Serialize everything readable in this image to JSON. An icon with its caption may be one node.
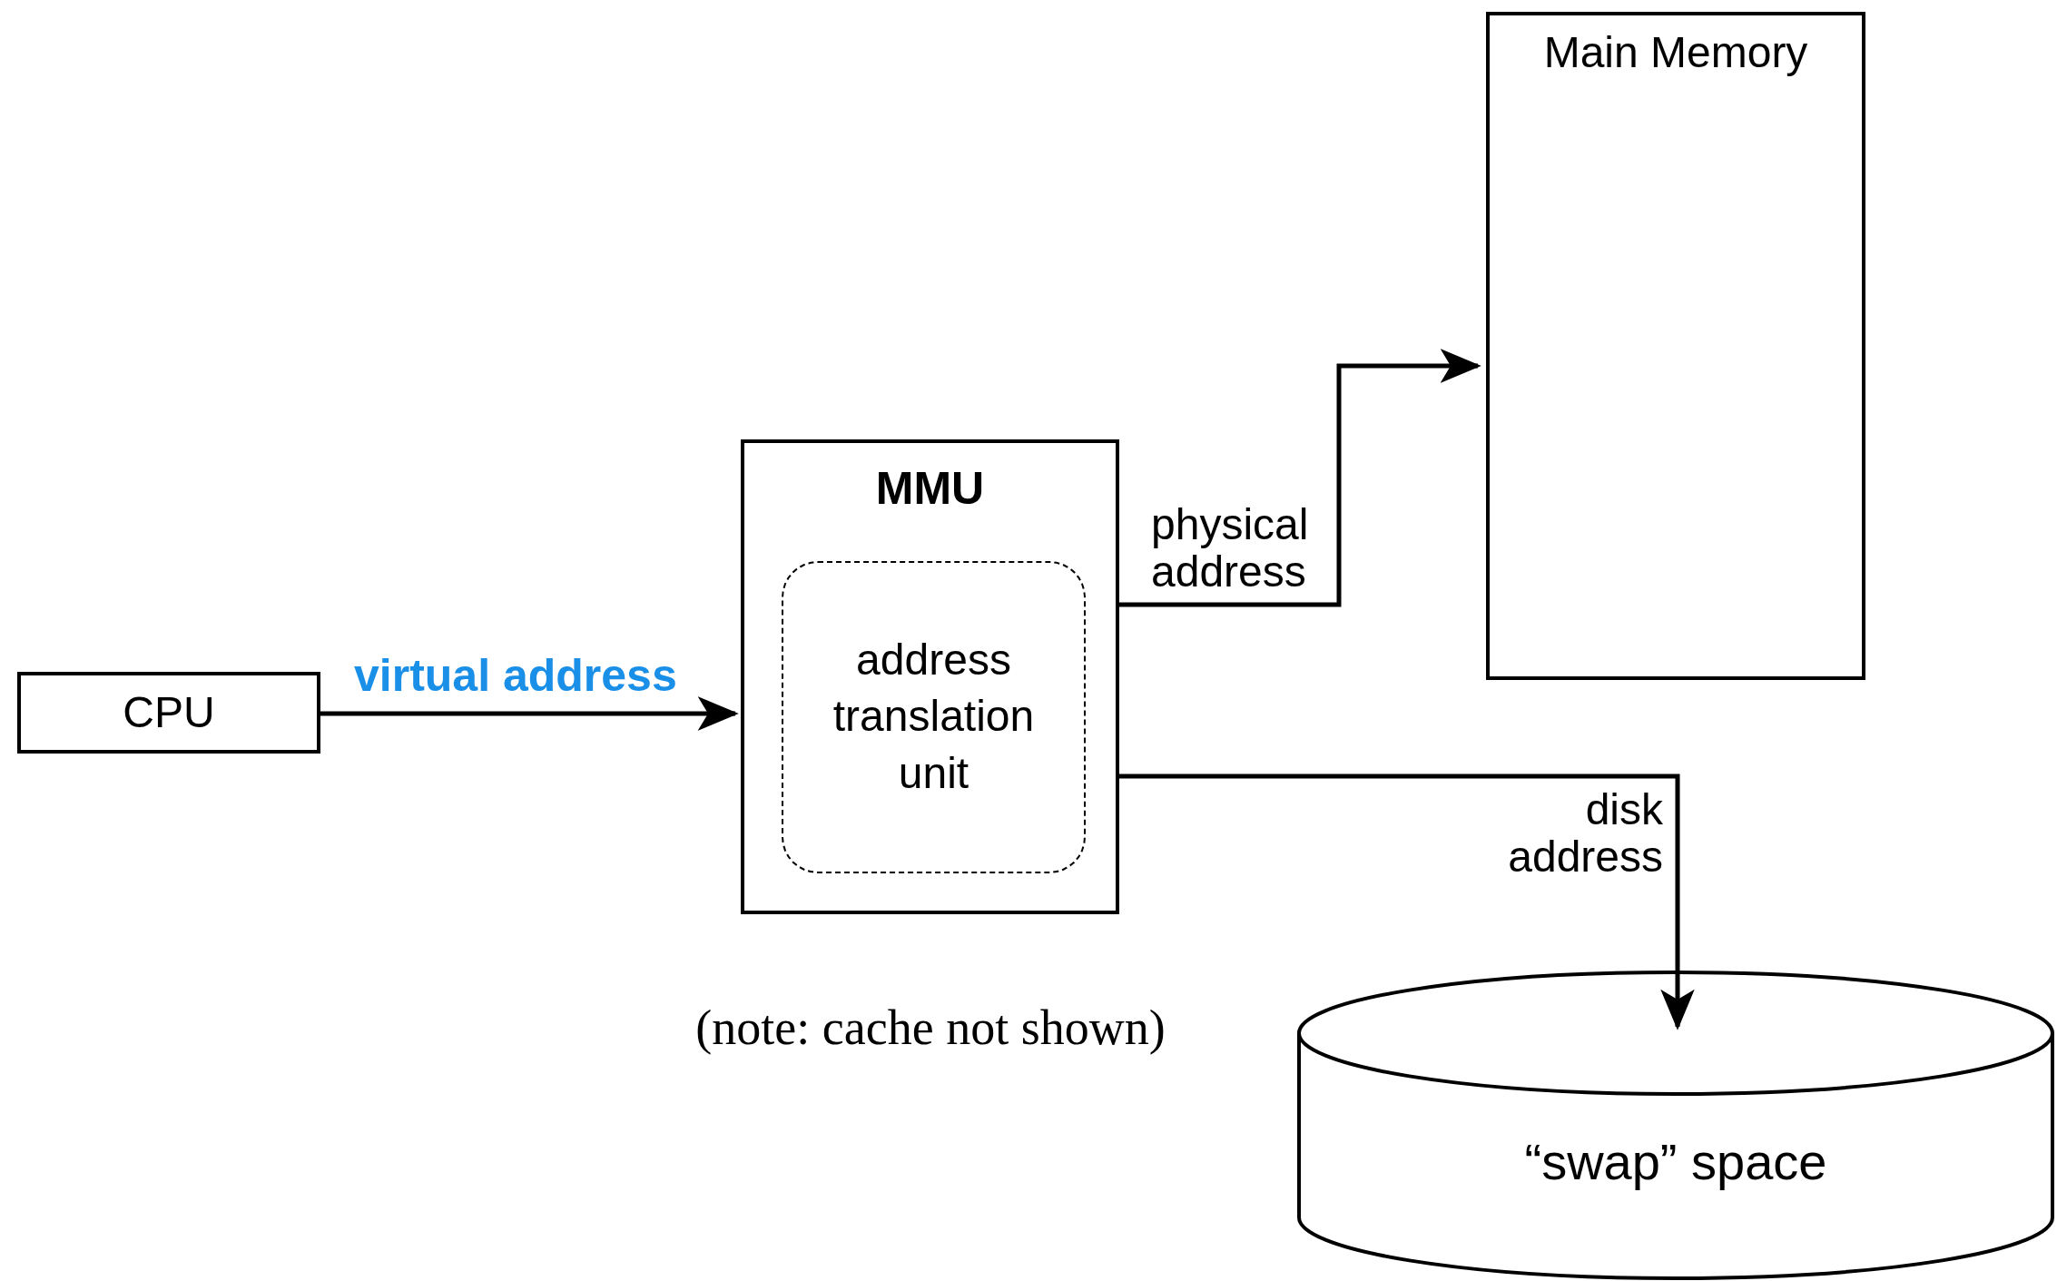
{
  "diagram": {
    "nodes": [
      {
        "text": [
          "CPU"
        ]
      },
      {
        "text": [
          "MMU"
        ]
      },
      {
        "text": [
          "address translation unit"
        ],
        "in": 1
      },
      {
        "text": [
          "Main Memory"
        ]
      },
      {
        "text": [
          "“swap” space"
        ]
      }
    ],
    "edges": [
      {
        "from": 0,
        "to": 1,
        "arrow": "to",
        "label": "virtual address"
      },
      {
        "from": 1,
        "to": 3,
        "arrow": "to",
        "label": "physical address"
      },
      {
        "from": 1,
        "to": 4,
        "arrow": "to",
        "label": "disk address"
      }
    ],
    "labels": [
      "(note: cache not shown)"
    ]
  }
}
